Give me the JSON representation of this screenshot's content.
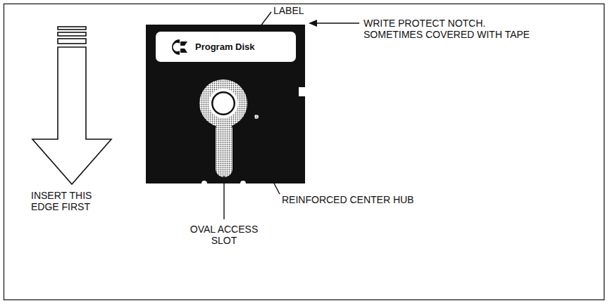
{
  "diagram": {
    "nodes": [
      {
        "text": [
          "Program Disk"
        ]
      }
    ],
    "labels": [
      "LABEL",
      "WRITE PROTECT NOTCH. SOMETIMES COVERED WITH TAPE",
      "INSERT THIS EDGE FIRST",
      "OVAL ACCESS SLOT",
      "REINFORCED CENTER HUB"
    ]
  }
}
